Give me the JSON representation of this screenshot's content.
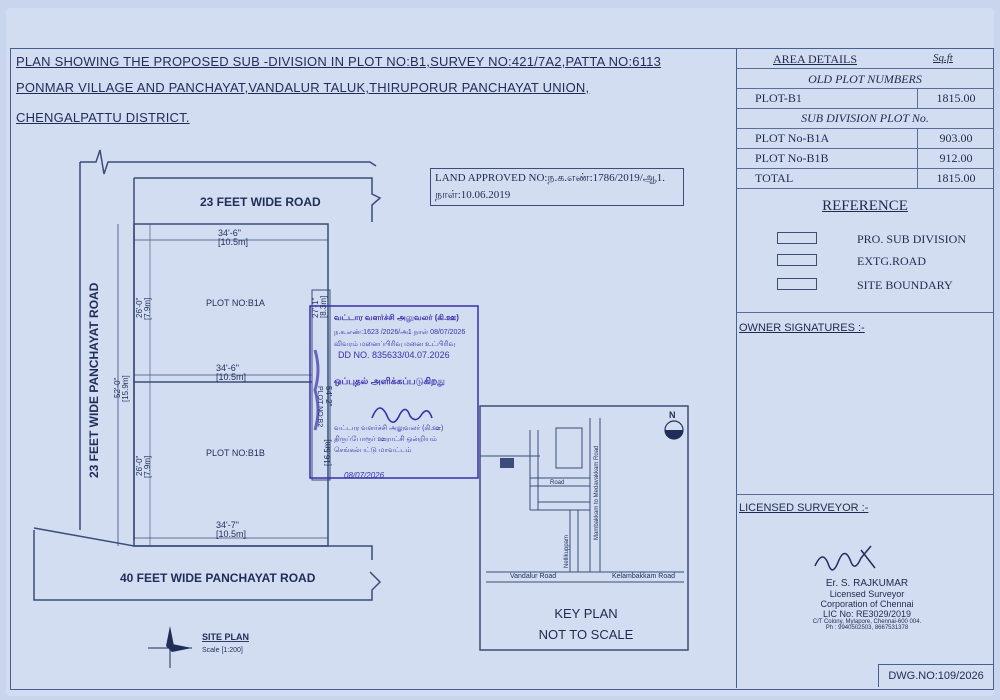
{
  "title": {
    "line1": "PLAN SHOWING THE PROPOSED SUB -DIVISION IN PLOT NO:B1,SURVEY NO:421/7A2,PATTA NO:6113",
    "line2": "PONMAR VILLAGE AND  PANCHAYAT,VANDALUR TALUK,THIRUPORUR PANCHAYAT UNION,",
    "line3": "CHENGALPATTU DISTRICT."
  },
  "area_details": {
    "heading": "AREA  DETAILS",
    "unit": "Sq.ft",
    "old_plot_heading": "OLD PLOT NUMBERS",
    "old_plot_label": "PLOT-B1",
    "old_plot_value": "1815.00",
    "sub_heading": "SUB DIVISION PLOT No.",
    "rows": [
      {
        "label": "PLOT No-B1A",
        "value": "903.00"
      },
      {
        "label": "PLOT No-B1B",
        "value": "912.00"
      },
      {
        "label": "TOTAL",
        "value": "1815.00"
      }
    ]
  },
  "reference": {
    "heading": "REFERENCE",
    "items": [
      "PRO. SUB DIVISION",
      "EXTG.ROAD",
      "SITE BOUNDARY"
    ]
  },
  "owner_signatures": "OWNER SIGNATURES :-",
  "licensed_surveyor": "LICENSED SURVEYOR :-",
  "surveyor": {
    "name": "Er. S. RAJKUMAR",
    "title": "Licensed Surveyor",
    "org": "Corporation of Chennai",
    "lic": "LIC No: RE3029/2019",
    "addr": "C/T Colony, Mylapore, Chennai-600 004.",
    "phone": "Ph : 9940502503, 8667531378"
  },
  "dwg_no": "DWG.NO:109/2026",
  "land_approved": {
    "line1": "LAND APPROVED NO:ந.க.எண்:1786/2019/ஆ1.",
    "line2": "நாள்:10.06.2019"
  },
  "roads": {
    "top": "23 FEET WIDE  ROAD",
    "left": "23 FEET WIDE PANCHAYAT ROAD",
    "bottom": "40 FEET WIDE PANCHAYAT ROAD"
  },
  "plots": {
    "b1a": "PLOT NO:B1A",
    "b1b": "PLOT NO:B1B",
    "b1a_top_dim": "34'-6\"",
    "b1a_top_m": "[10.5m]",
    "mid_dim": "34'-6\"",
    "mid_m": "[10.5m]",
    "bottom_dim": "34'-7\"",
    "bottom_m": "[10.5m]",
    "b1a_left_dim": "26'-0\"",
    "b1a_left_m": "[7.9m]",
    "b1b_left_dim": "26'-0\"",
    "b1b_left_m": "[7.9m]",
    "total_left_dim": "52'-0\"",
    "total_left_m": "[15.9m]",
    "right_dim": "27'-1\"",
    "right_m": "[8.3m]",
    "right_total": "54'-2\"",
    "right_total_m": "[16.5m]",
    "strip_label": "PLOT NO:B2"
  },
  "stamp": {
    "line1": "வட்டார வளர்ச்சி அலுவலர் (கி.ஊ)",
    "line2": "ந.க.எண்:1623 /2026/அ1  நாள் 08/07/2026",
    "line3": "விவரம் மனைப்பிரிவு மனை உட்பிரிவு",
    "line4": "DD NO. 835633/04.07.2026",
    "line5": "ஒப்புதல் அளிக்கப்படுகிறது",
    "line6": "வட்டார வளர்ச்சி அலுவலர் (கி.ஊ)",
    "line7": "திருப்போரூர் ஊராட்சி ஒன்றியம்",
    "line8": "செங்கல்பட்டு மாவட்டம்",
    "date": "08/07/2026"
  },
  "keyplan": {
    "title": "KEY PLAN",
    "subtitle": "NOT TO SCALE",
    "road1": "Vandalur Road",
    "road2": "Kelambakkam Road",
    "road3": "Mambakkam to Medavakkam Road",
    "road4": "Nellikuppam",
    "road5": "Road",
    "north": "N"
  },
  "site_plan": {
    "label": "SITE PLAN",
    "scale": "Scale [1:200]"
  },
  "colors": {
    "paper": "#d3ddf2",
    "ink": "#1f2d58",
    "stamp": "#3a2fa8"
  }
}
